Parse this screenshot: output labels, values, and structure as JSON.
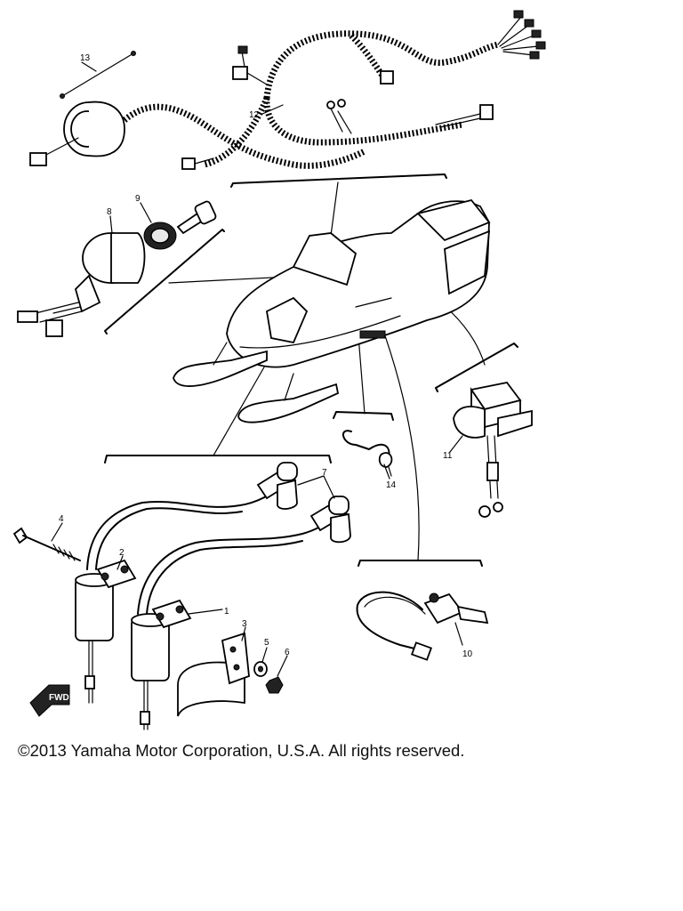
{
  "diagram": {
    "callouts": [
      {
        "id": "c1",
        "label": "1"
      },
      {
        "id": "c2",
        "label": "2"
      },
      {
        "id": "c3",
        "label": "3"
      },
      {
        "id": "c4",
        "label": "4"
      },
      {
        "id": "c5",
        "label": "5"
      },
      {
        "id": "c6",
        "label": "6"
      },
      {
        "id": "c7",
        "label": "7"
      },
      {
        "id": "c8",
        "label": "8"
      },
      {
        "id": "c9",
        "label": "9"
      },
      {
        "id": "c10",
        "label": "10"
      },
      {
        "id": "c11",
        "label": "11"
      },
      {
        "id": "c12",
        "label": "12"
      },
      {
        "id": "c13",
        "label": "13"
      },
      {
        "id": "c14",
        "label": "14"
      }
    ],
    "fwd_marker": "FWD"
  },
  "footer": {
    "copyright": "©2013 Yamaha Motor Corporation, U.S.A. All rights reserved."
  }
}
